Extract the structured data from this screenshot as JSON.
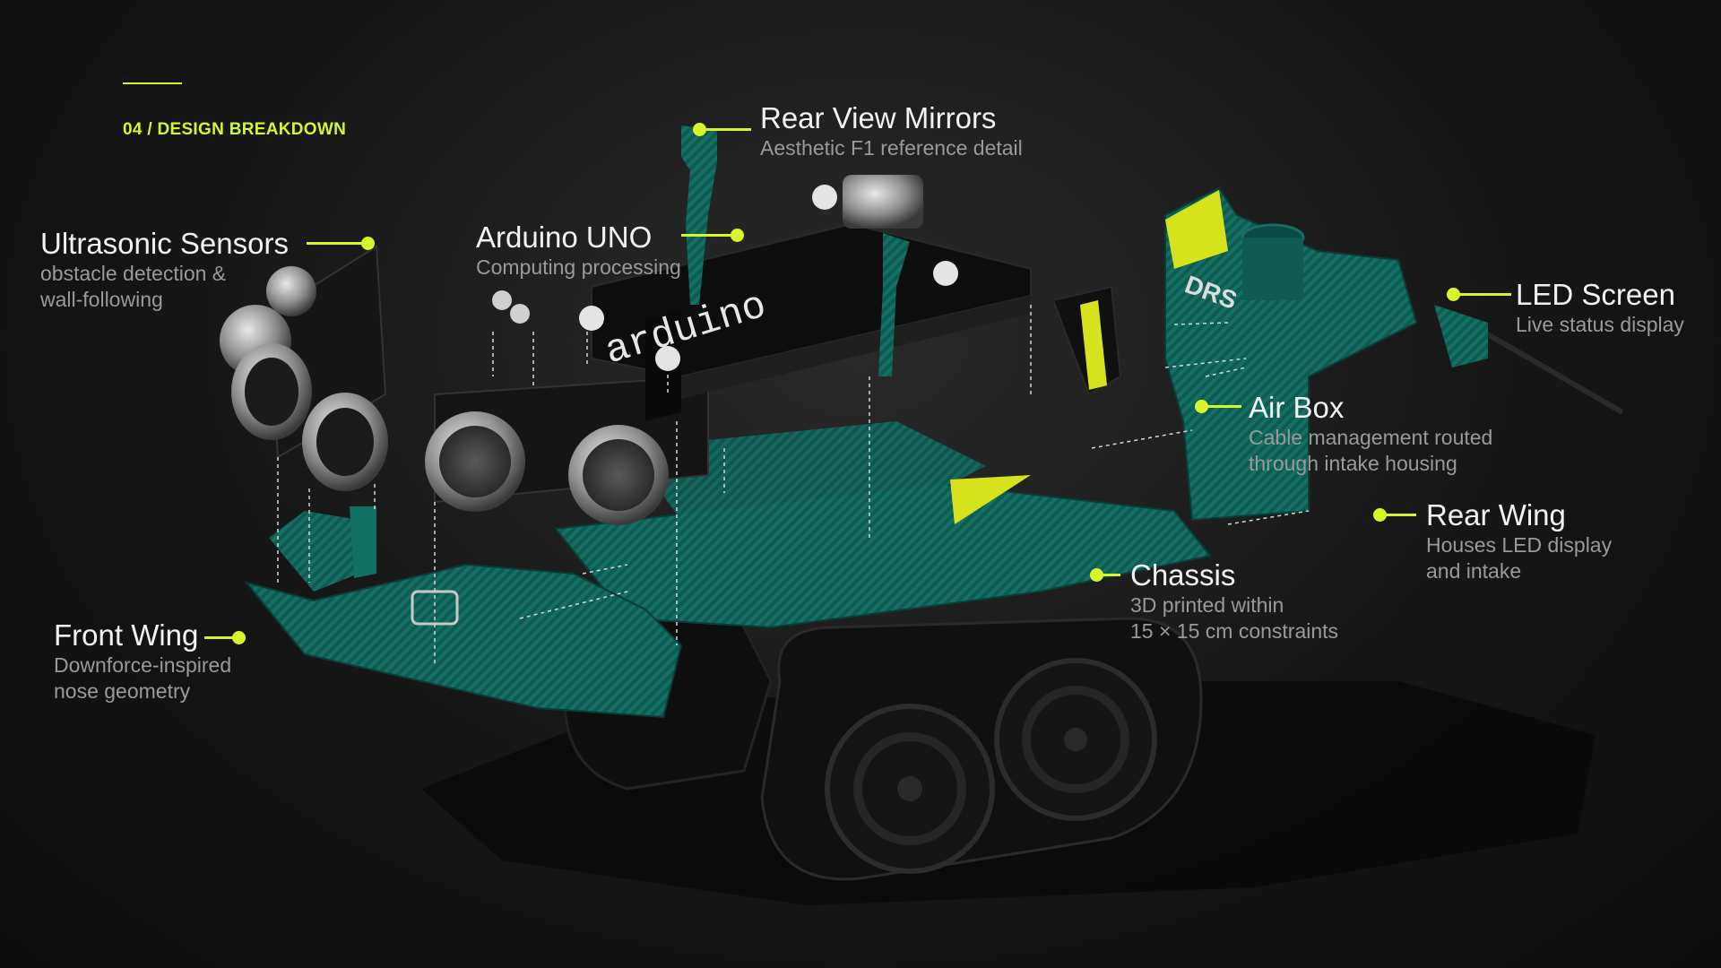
{
  "colors": {
    "accent": "#d7f529",
    "body_green": "#0f5b52",
    "body_green_light": "#1a7f72",
    "yellow_panel": "#d5e21c",
    "dark_part": "#141414"
  },
  "header": {
    "section_label": "04 / DESIGN BREAKDOWN"
  },
  "callouts": {
    "rear_view_mirrors": {
      "title": "Rear View Mirrors",
      "desc": [
        "Aesthetic F1 reference detail"
      ]
    },
    "arduino_uno": {
      "title": "Arduino UNO",
      "desc": [
        "Computing processing"
      ]
    },
    "ultrasonic_sensors": {
      "title": "Ultrasonic Sensors",
      "desc": [
        "obstacle detection &",
        "wall-following"
      ]
    },
    "led_screen": {
      "title": "LED Screen",
      "desc": [
        "Live status display"
      ]
    },
    "air_box": {
      "title": "Air Box",
      "desc": [
        "Cable management routed",
        "through intake housing"
      ]
    },
    "rear_wing": {
      "title": "Rear Wing",
      "desc": [
        "Houses LED display",
        "and intake"
      ]
    },
    "chassis": {
      "title": "Chassis",
      "desc": [
        "3D printed within",
        "15 × 15 cm constraints"
      ]
    },
    "front_wing": {
      "title": "Front Wing",
      "desc": [
        "Downforce-inspired",
        "nose geometry"
      ]
    }
  }
}
